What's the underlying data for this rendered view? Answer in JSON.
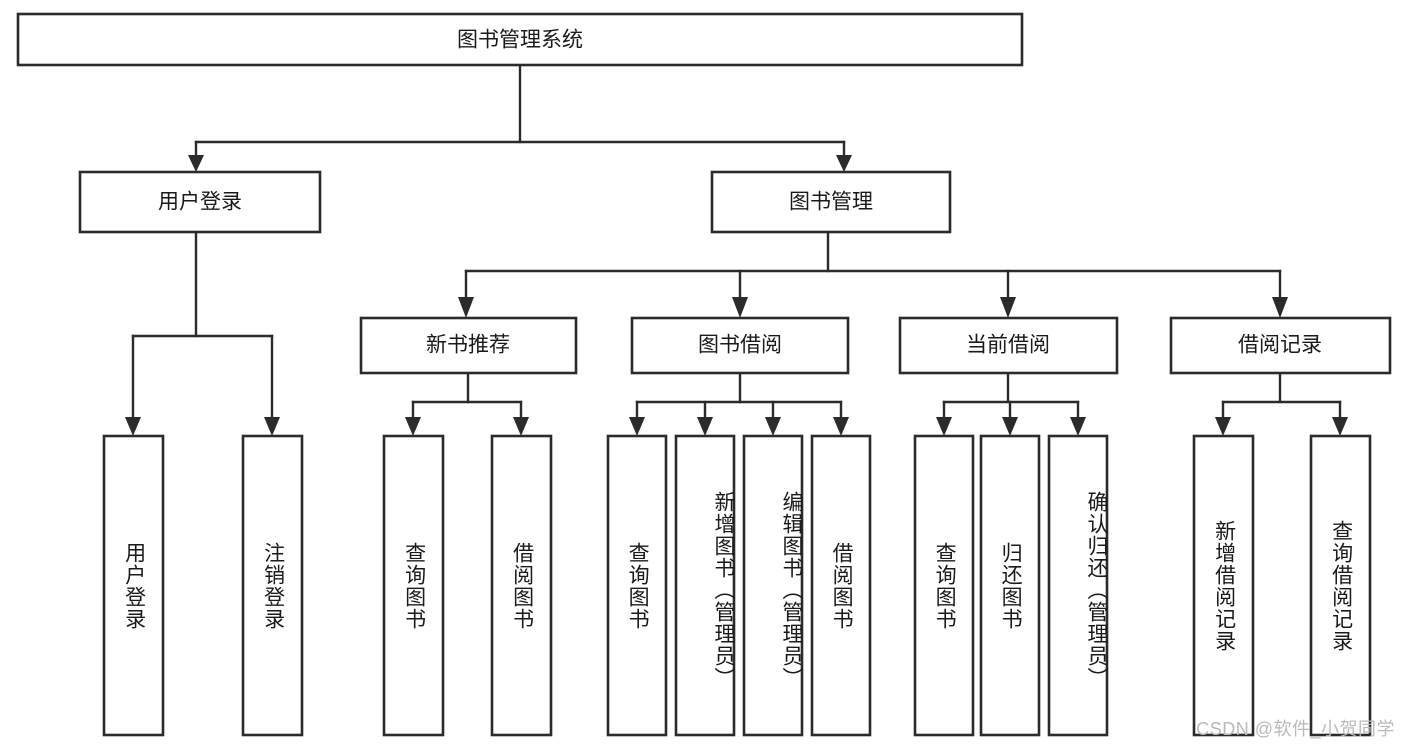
{
  "diagram": {
    "title": "图书管理系统",
    "type": "tree-hierarchy",
    "watermark": "CSDN @软件_小贺同学",
    "colors": {
      "stroke": "#2b2b2b",
      "fill": "#ffffff",
      "text": "#1a1a1a",
      "watermark": "#b9b9b9",
      "background": "#ffffff"
    },
    "levels": {
      "root": "图书管理系统",
      "level2": [
        "用户登录",
        "图书管理"
      ],
      "level3": [
        "新书推荐",
        "图书借阅",
        "当前借阅",
        "借阅记录"
      ]
    },
    "nodes": {
      "root": {
        "label": "图书管理系统",
        "orientation": "horizontal"
      },
      "user_login": {
        "label": "用户登录",
        "orientation": "horizontal"
      },
      "book_manage": {
        "label": "图书管理",
        "orientation": "horizontal"
      },
      "new_book_rec": {
        "label": "新书推荐",
        "orientation": "horizontal"
      },
      "book_borrow": {
        "label": "图书借阅",
        "orientation": "horizontal"
      },
      "current_borrow": {
        "label": "当前借阅",
        "orientation": "horizontal"
      },
      "borrow_record": {
        "label": "借阅记录",
        "orientation": "horizontal"
      },
      "leaf_user_login": {
        "label": "用户登录",
        "orientation": "vertical"
      },
      "leaf_logout": {
        "label": "注销登录",
        "orientation": "vertical"
      },
      "leaf_query_book_1": {
        "label": "查询图书",
        "orientation": "vertical"
      },
      "leaf_borrow_book_1": {
        "label": "借阅图书",
        "orientation": "vertical"
      },
      "leaf_query_book_2": {
        "label": "查询图书",
        "orientation": "vertical"
      },
      "leaf_add_book": {
        "label": "新增图书（管理员）",
        "orientation": "vertical"
      },
      "leaf_edit_book": {
        "label": "编辑图书（管理员）",
        "orientation": "vertical"
      },
      "leaf_borrow_book_2": {
        "label": "借阅图书",
        "orientation": "vertical"
      },
      "leaf_query_book_3": {
        "label": "查询图书",
        "orientation": "vertical"
      },
      "leaf_return_book": {
        "label": "归还图书",
        "orientation": "vertical"
      },
      "leaf_confirm_return": {
        "label": "确认归还（管理员）",
        "orientation": "vertical"
      },
      "leaf_add_record": {
        "label": "新增借阅记录",
        "orientation": "vertical"
      },
      "leaf_query_record": {
        "label": "查询借阅记录",
        "orientation": "vertical"
      }
    },
    "edges": [
      {
        "from": "图书管理系统",
        "to": "用户登录"
      },
      {
        "from": "图书管理系统",
        "to": "图书管理"
      },
      {
        "from": "用户登录",
        "to": "用户登录"
      },
      {
        "from": "用户登录",
        "to": "注销登录"
      },
      {
        "from": "图书管理",
        "to": "新书推荐"
      },
      {
        "from": "图书管理",
        "to": "图书借阅"
      },
      {
        "from": "图书管理",
        "to": "当前借阅"
      },
      {
        "from": "图书管理",
        "to": "借阅记录"
      },
      {
        "from": "新书推荐",
        "to": "查询图书"
      },
      {
        "from": "新书推荐",
        "to": "借阅图书"
      },
      {
        "from": "图书借阅",
        "to": "查询图书"
      },
      {
        "from": "图书借阅",
        "to": "新增图书（管理员）"
      },
      {
        "from": "图书借阅",
        "to": "编辑图书（管理员）"
      },
      {
        "from": "图书借阅",
        "to": "借阅图书"
      },
      {
        "from": "当前借阅",
        "to": "查询图书"
      },
      {
        "from": "当前借阅",
        "to": "归还图书"
      },
      {
        "from": "当前借阅",
        "to": "确认归还（管理员）"
      },
      {
        "from": "借阅记录",
        "to": "新增借阅记录"
      },
      {
        "from": "借阅记录",
        "to": "查询借阅记录"
      }
    ]
  }
}
